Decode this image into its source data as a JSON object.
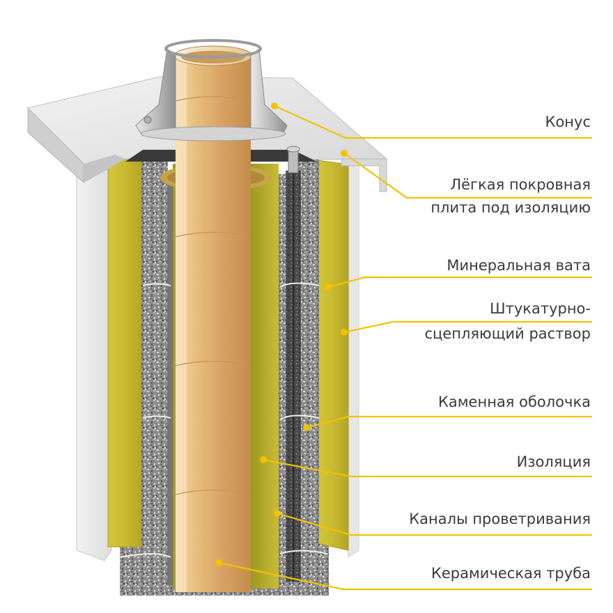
{
  "labels": {
    "cone": "Конус",
    "cover_plate_line1": "Лёгкая покровная",
    "cover_plate_line2": "плита под изоляцию",
    "mineral_wool": "Минеральная вата",
    "plaster_line1": "Штукатурно-",
    "plaster_line2": "сцепляющий раствор",
    "stone_shell": "Каменная оболочка",
    "insulation": "Изоляция",
    "ventilation_channels": "Каналы проветривания",
    "ceramic_pipe": "Керамическая труба"
  },
  "colors": {
    "leader_line": "#f2c200",
    "ceramic_pipe": "#e8bd7c",
    "insulation": "#cfc23a",
    "stone": "#8a8a8a",
    "cover_plate": "#dcdcdc",
    "label_text": "#3a3a3a"
  }
}
